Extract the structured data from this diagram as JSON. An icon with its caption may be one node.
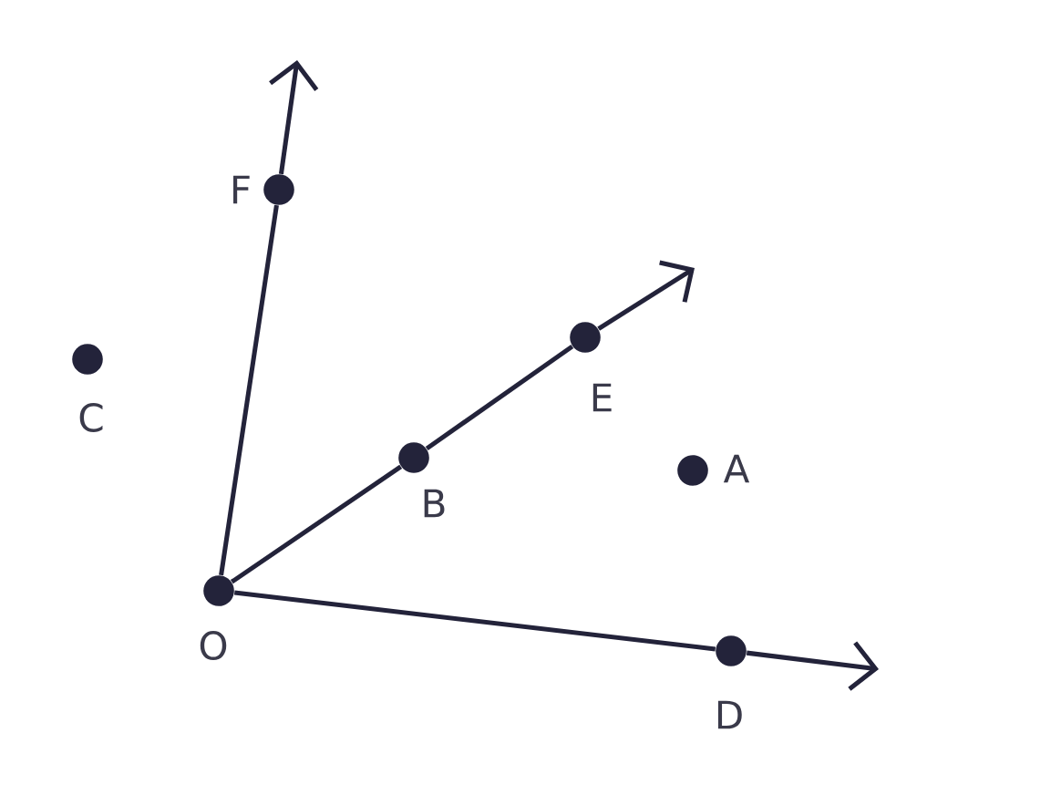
{
  "diagram": {
    "nodes": [
      {
        "text": [
          "F"
        ]
      },
      {
        "text": [
          "E"
        ]
      },
      {
        "text": [
          "C"
        ]
      },
      {
        "text": [
          "A"
        ]
      },
      {
        "text": [
          "B"
        ]
      },
      {
        "text": [
          "O"
        ]
      },
      {
        "text": [
          "D"
        ]
      }
    ],
    "edges": [
      {
        "from": 5,
        "to": 0,
        "arrow": "none"
      },
      {
        "from": 0,
        "to": null,
        "arrow": "to"
      },
      {
        "from": 5,
        "to": 4,
        "arrow": "none"
      },
      {
        "from": 4,
        "to": 1,
        "arrow": "none"
      },
      {
        "from": 1,
        "to": null,
        "arrow": "to"
      },
      {
        "from": 5,
        "to": 6,
        "arrow": "none"
      },
      {
        "from": 6,
        "to": null,
        "arrow": "to"
      }
    ]
  }
}
